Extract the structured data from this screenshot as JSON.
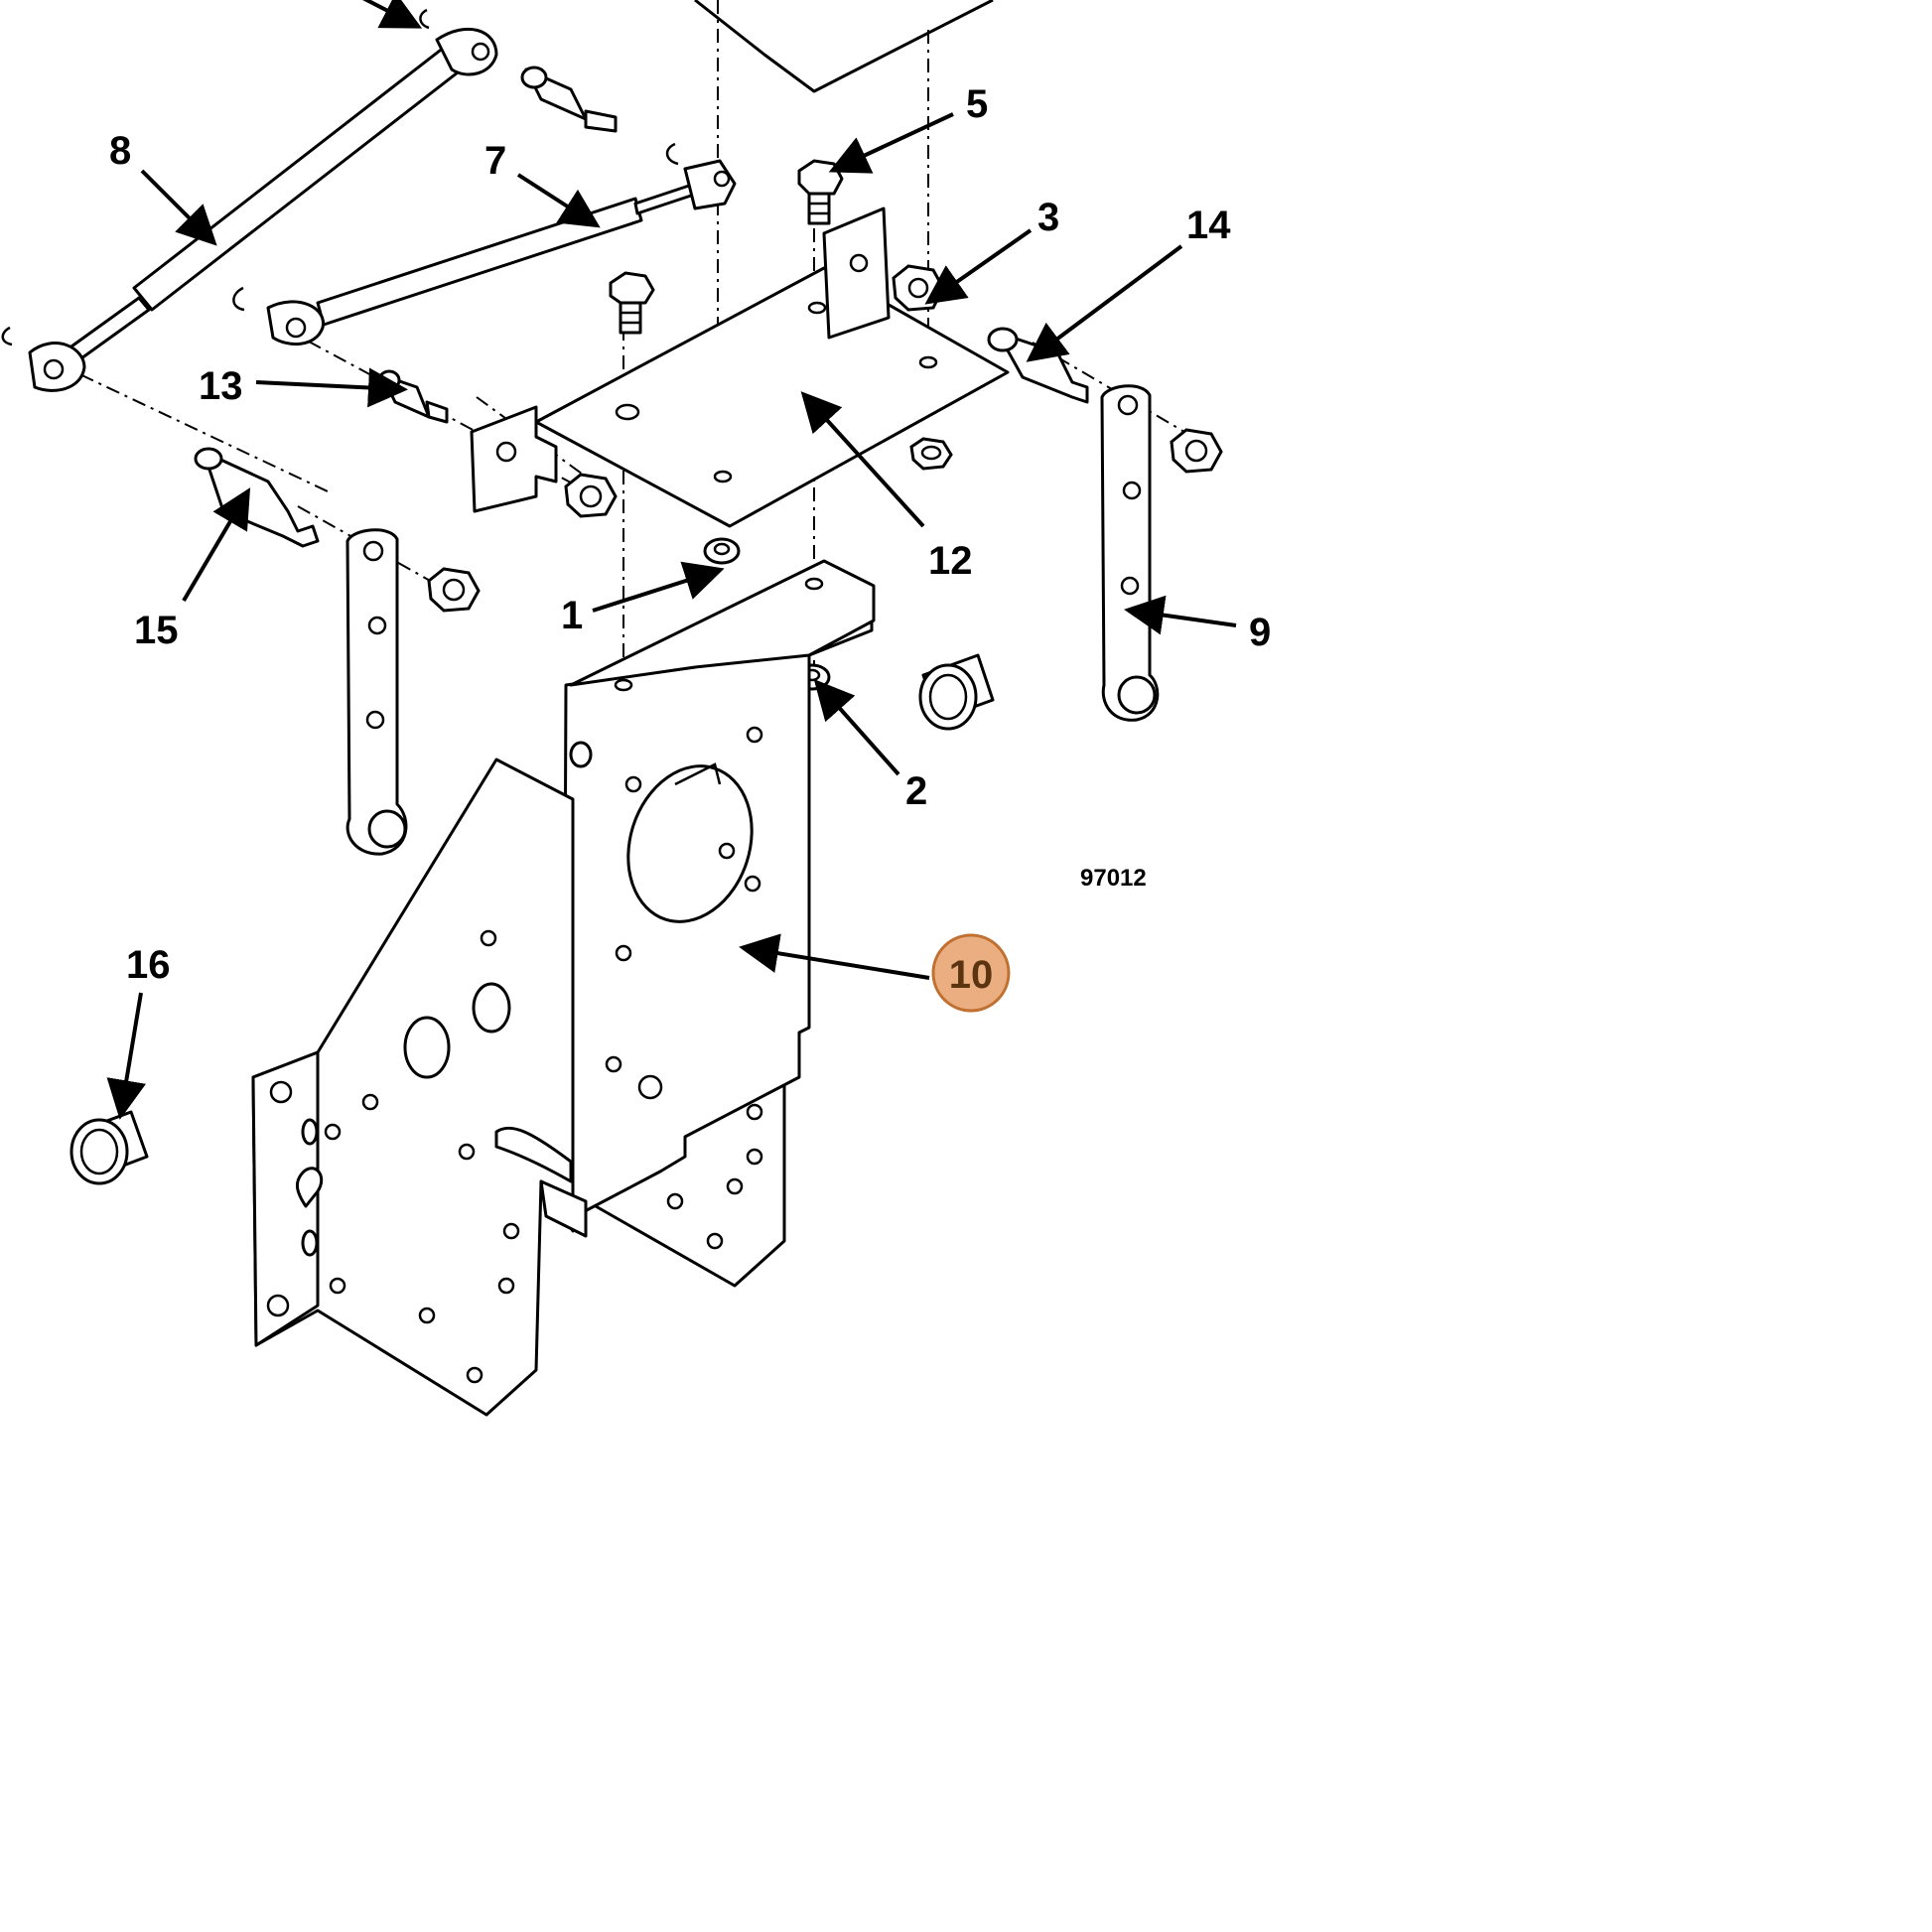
{
  "drawing_number": "97012",
  "highlight_color": "#e8a06a",
  "highlight_stroke": "#c07030",
  "callouts": [
    {
      "id": "c1",
      "label": "1"
    },
    {
      "id": "c2",
      "label": "2"
    },
    {
      "id": "c3",
      "label": "3"
    },
    {
      "id": "c5",
      "label": "5"
    },
    {
      "id": "c7",
      "label": "7"
    },
    {
      "id": "c8",
      "label": "8"
    },
    {
      "id": "c9",
      "label": "9"
    },
    {
      "id": "c10",
      "label": "10"
    },
    {
      "id": "c12",
      "label": "12"
    },
    {
      "id": "c13",
      "label": "13"
    },
    {
      "id": "c14",
      "label": "14"
    },
    {
      "id": "c15",
      "label": "15"
    },
    {
      "id": "c16",
      "label": "16"
    }
  ],
  "highlighted_callout": "10"
}
